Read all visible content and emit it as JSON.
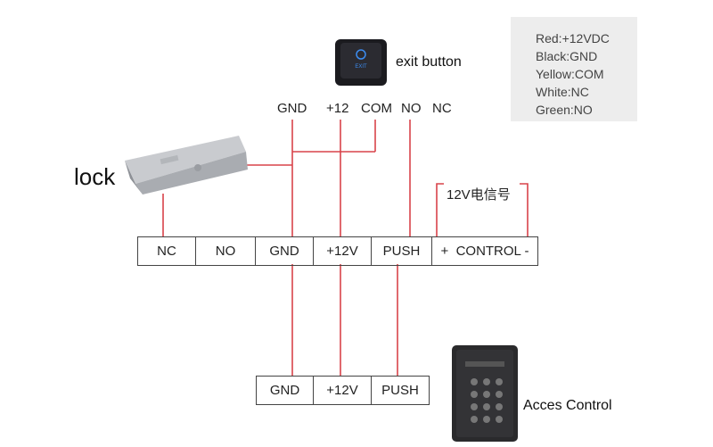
{
  "legend": {
    "lines": [
      "Red:+12VDC",
      "Black:GND",
      "Yellow:COM",
      "White:NC",
      "Green:NO"
    ]
  },
  "exit_button": {
    "caption": "exit button",
    "face_text": "EXIT"
  },
  "exit_pins": [
    "GND",
    "+12",
    "COM",
    "NO",
    "NC"
  ],
  "lock": {
    "label": "lock"
  },
  "signal_label": "12V电信号",
  "main_terminal": {
    "cells": [
      "NC",
      "NO",
      "GND",
      "+12V",
      "PUSH",
      "+  CONTROL -"
    ]
  },
  "bottom_terminal": {
    "cells": [
      "GND",
      "+12V",
      "PUSH"
    ]
  },
  "access_control": {
    "label": "Acces Control"
  },
  "colors": {
    "wire": "#d9434a",
    "border": "#444444",
    "legend_bg": "#ededed"
  }
}
